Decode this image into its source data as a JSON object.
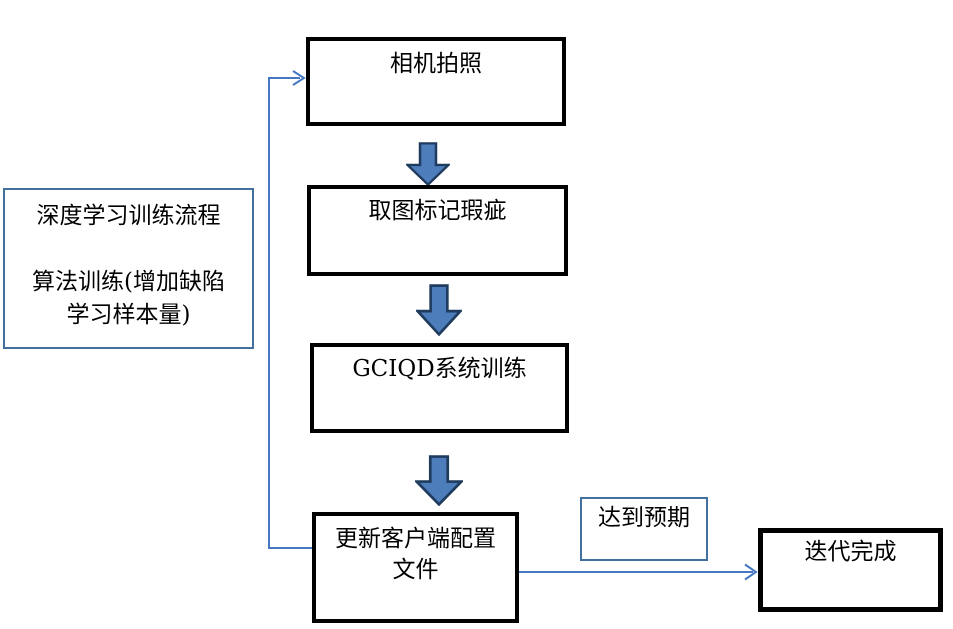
{
  "diagram": {
    "type": "flowchart",
    "background": "#ffffff",
    "colors": {
      "process_box_border": "#000000",
      "note_box_border": "#41719c",
      "text": "#000000",
      "connector": "#4577c3",
      "block_arrow_fill": "#4d7dbb",
      "block_arrow_stroke": "#1f3b5d"
    },
    "nodes": {
      "camera": {
        "label": "相机拍照"
      },
      "mark_defects": {
        "label": "取图标记瑕疵"
      },
      "gciqd_training": {
        "label": "GCIQD系统训练"
      },
      "update_config": {
        "label_line1": "更新客户端配置",
        "label_line2": "文件"
      },
      "iteration_done": {
        "label": "迭代完成"
      },
      "expectation": {
        "label": "达到预期"
      },
      "side_note": {
        "line1": "深度学习训练流程",
        "line2": "算法训练(增加缺陷",
        "line3": "学习样本量)"
      }
    },
    "edges": [
      {
        "from": "camera",
        "to": "mark_defects",
        "style": "block-arrow"
      },
      {
        "from": "mark_defects",
        "to": "gciqd_training",
        "style": "block-arrow"
      },
      {
        "from": "gciqd_training",
        "to": "update_config",
        "style": "block-arrow"
      },
      {
        "from": "update_config",
        "to": "camera",
        "style": "thin-arrow-feedback-loop"
      },
      {
        "from": "update_config",
        "to": "iteration_done",
        "style": "thin-arrow",
        "annotated_by": "expectation"
      }
    ]
  }
}
